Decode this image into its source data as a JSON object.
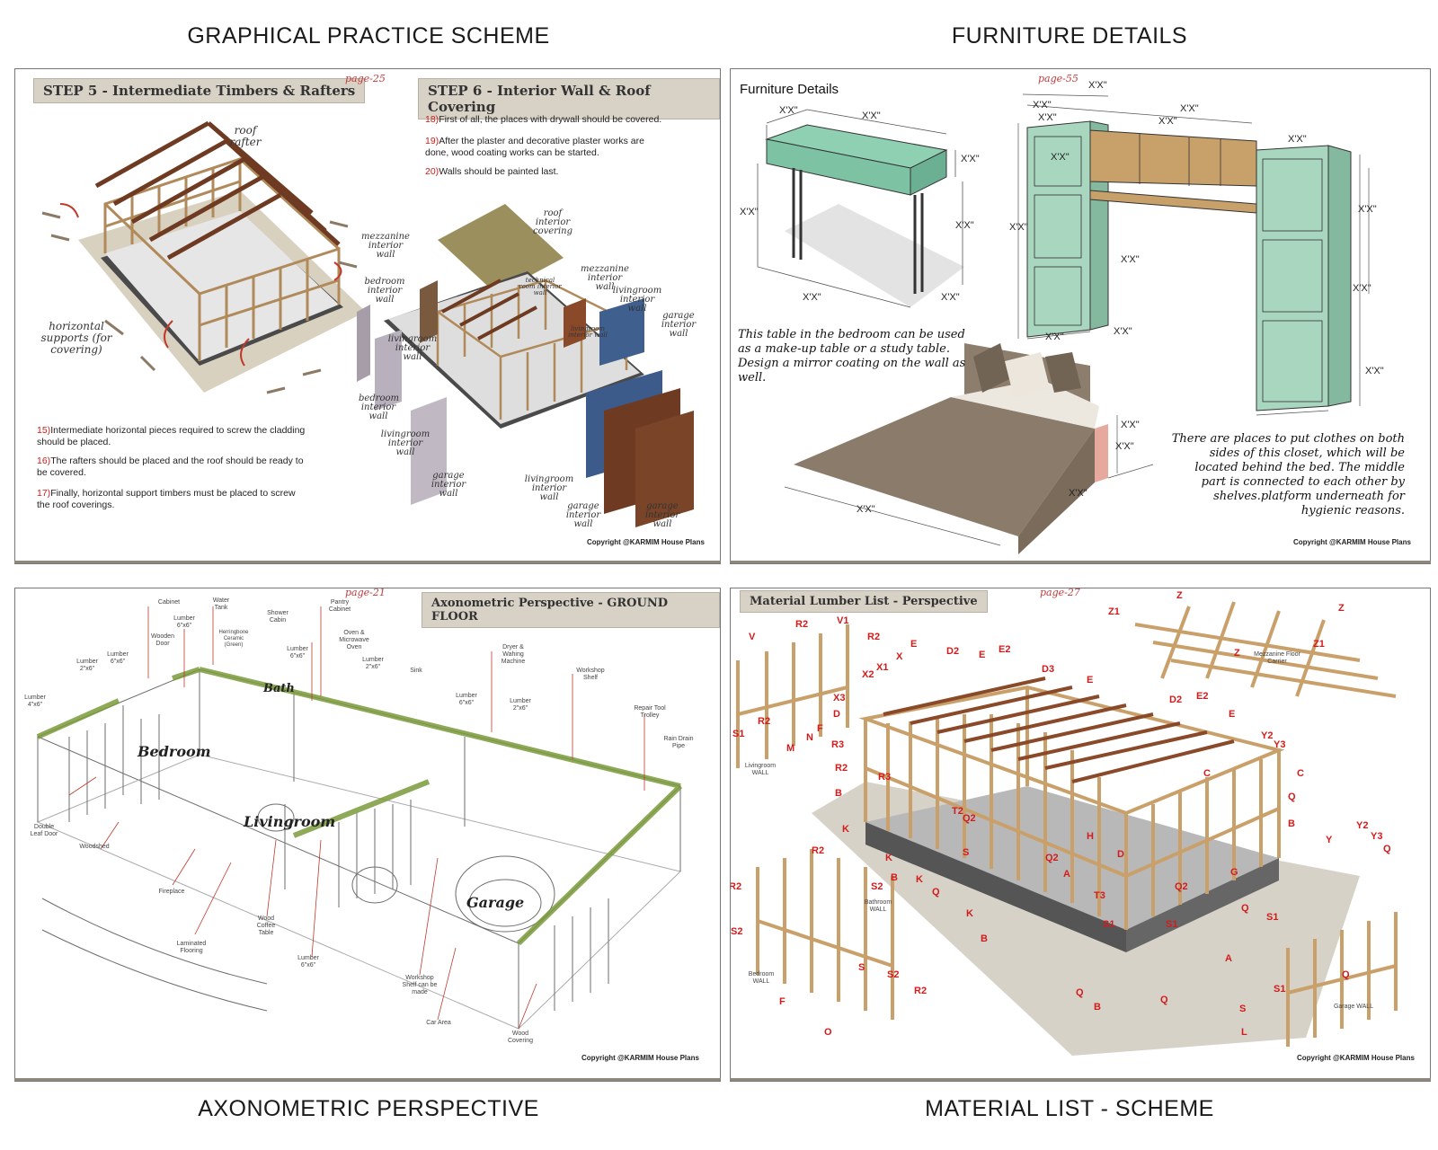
{
  "headings": {
    "top_left": "GRAPHICAL PRACTICE SCHEME",
    "top_right": "FURNITURE DETAILS",
    "bottom_left": "AXONOMETRIC PERSPECTIVE",
    "bottom_right": "MATERIAL LIST - SCHEME"
  },
  "panel_practice": {
    "step5_title": "STEP 5 - Intermediate Timbers & Rafters",
    "step6_title": "STEP 6 - Interior Wall & Roof Covering",
    "page": "page-25",
    "step6_items": [
      {
        "num": "18)",
        "text": "First of all, the places with drywall should be covered."
      },
      {
        "num": "19)",
        "text": "After the plaster and decorative plaster works are done, wood coating works can be started."
      },
      {
        "num": "20)",
        "text": "Walls should be painted last."
      }
    ],
    "step5_items": [
      {
        "num": "15)",
        "text": "Intermediate horizontal pieces required to screw the cladding should be placed."
      },
      {
        "num": "16)",
        "text": "The rafters should be placed and the roof should be ready to be covered."
      },
      {
        "num": "17)",
        "text": "Finally, horizontal support timbers must be placed to screw the roof coverings."
      }
    ],
    "labels": {
      "roof_rafter": "roof rafter",
      "horizontal_supports": "horizontal supports (for covering)",
      "roof_interior_covering": "roof interior covering",
      "mezzanine_interior_wall_a": "mezzanine interior wall",
      "mezzanine_interior_wall_b": "mezzanine interior wall",
      "bedroom_interior_wall_a": "bedroom interior wall",
      "bedroom_interior_wall_b": "bedroom interior wall",
      "livingroom_interior_wall_a": "livingroom interior wall",
      "livingroom_interior_wall_b": "livingroom interior wall",
      "livingroom_interior_wall_c": "livingroom interior wall",
      "livingroom_interior_wall_d": "livingroom interior wall",
      "technical_room_interior_wall": "technical room interior wall",
      "garage_interior_wall_a": "garage interior wall",
      "garage_interior_wall_b": "garage interior wall",
      "garage_interior_wall_c": "garage interior wall",
      "garage_interior_wall_d": "garage interior wall"
    },
    "copyright": "Copyright @KARMIM House Plans"
  },
  "panel_furniture": {
    "title": "Furniture Details",
    "page": "page-55",
    "dimension_label": "X'X\"",
    "table_note": "This table in the bedroom can be used as a make-up table or a study table. Design a mirror coating on the wall as well.",
    "closet_note": "There are places to put clothes on both sides of this closet, which will be located behind the bed. The middle part is connected to each other by shelves.platform underneath for hygienic reasons.",
    "copyright": "Copyright @KARMIM House Plans"
  },
  "panel_axonometric": {
    "title": "Axonometric Perspective - GROUND FLOOR",
    "page": "page-21",
    "rooms": {
      "bath": "Bath",
      "bedroom": "Bedroom",
      "livingroom": "Livingroom",
      "garage": "Garage"
    },
    "callouts": {
      "cabinet": "Cabinet",
      "water_tank": "Water Tank",
      "lumber_6x6_a": "Lumber 6\"x6\"",
      "wooden_door": "Wooden Door",
      "lumber_6x6_b": "Lumber 6\"x6\"",
      "lumber_2x6_a": "Lumber 2\"x6\"",
      "lumber_4x6": "Lumber 4\"x6\"",
      "herringbone_ceramic": "Herringbone Ceramic (Green)",
      "shower_cabin": "Shower Cabin",
      "pantry_cabinet": "Pantry Cabinet",
      "lumber_6x6_c": "Lumber 6\"x6\"",
      "oven_microwave": "Oven & Microwave Oven",
      "lumber_2x6_b": "Lumber 2\"x6\"",
      "sink": "Sink",
      "dryer_washing": "Dryer & Wahing Machine",
      "lumber_6x6_d": "Lumber 6\"x6\"",
      "lumber_2x6_c": "Lumber 2\"x6\"",
      "workshop_shelf": "Workshop Shelf",
      "repair_tool_trolley": "Repair Tool Trolley",
      "rain_drain_pipe": "Rain Drain Pipe",
      "double_leaf_door": "Double Leaf Door",
      "woodshed": "Woodshed",
      "fireplace": "Fireplace",
      "laminated_flooring": "Laminated Flooring",
      "wood_coffee_table": "Wood Coffee Table",
      "lumber_6x6_e": "Lumber 6\"x6\"",
      "workshop_shelf_made": "Workshop Shelf can be made",
      "car_area": "Car Area",
      "wood_covering": "Wood Covering"
    },
    "copyright": "Copyright @KARMIM House Plans"
  },
  "panel_material": {
    "title": "Material Lumber List - Perspective",
    "page": "page-27",
    "wall_labels": {
      "livingroom": "Livingroom WALL",
      "bathroom": "Bathroom WALL",
      "bedroom": "Bedroom WALL",
      "garage": "Garage WALL",
      "mezzanine": "Mezzanine Floor Carrier"
    },
    "codes": [
      "R2",
      "V1",
      "V",
      "R2",
      "S1",
      "R2",
      "M",
      "N",
      "F",
      "Z",
      "Z1",
      "Z",
      "Z1",
      "Z",
      "X",
      "E",
      "D2",
      "E",
      "E2",
      "D3",
      "E",
      "X2",
      "X1",
      "X3",
      "D",
      "R3",
      "R2",
      "R3",
      "B",
      "K",
      "T2",
      "Q2",
      "K",
      "S",
      "B",
      "K",
      "Q",
      "K",
      "B",
      "D2",
      "E2",
      "E",
      "Y2",
      "Y3",
      "C",
      "C",
      "Q",
      "B",
      "H",
      "D",
      "Q2",
      "A",
      "T3",
      "Q2",
      "G",
      "S1",
      "S1",
      "A",
      "Q",
      "B",
      "Q",
      "R2",
      "R2",
      "S2",
      "S2",
      "S",
      "S2",
      "R2",
      "F",
      "O",
      "Y",
      "Y2",
      "Y3",
      "Q",
      "Q",
      "S1",
      "S",
      "S1",
      "Q",
      "L"
    ],
    "copyright": "Copyright @KARMIM House Plans"
  }
}
